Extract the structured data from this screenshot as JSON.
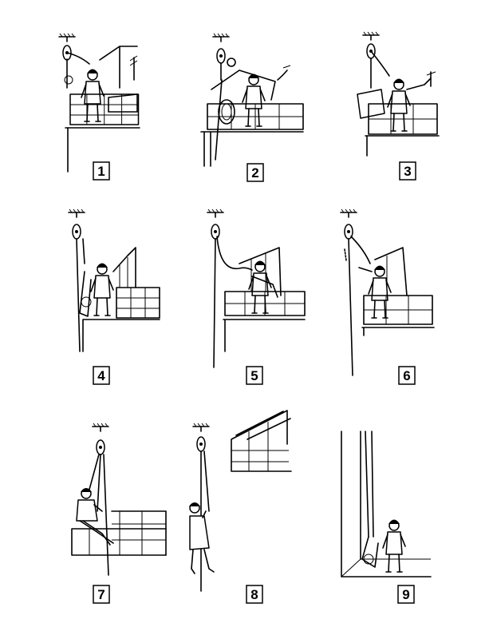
{
  "figure": {
    "step_labels": [
      "1",
      "2",
      "3",
      "4",
      "5",
      "6",
      "7",
      "8",
      "9"
    ]
  }
}
